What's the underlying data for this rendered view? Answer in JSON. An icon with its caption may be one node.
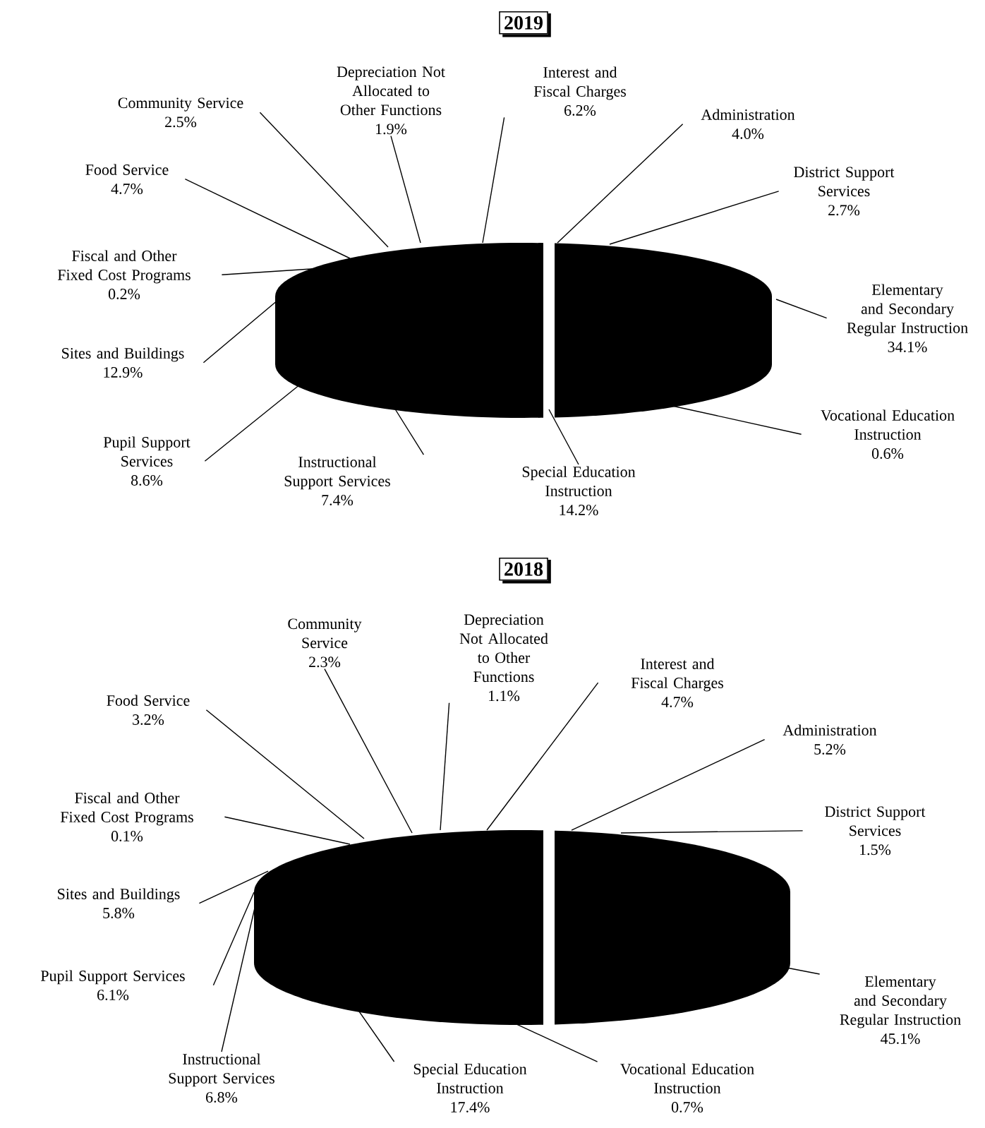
{
  "diagram": {
    "nodes": [
      {
        "text": [
          "2019"
        ]
      },
      {
        "text": [
          "Community Service",
          "2.5%"
        ]
      },
      {
        "text": [
          "Depreciation Not Allocated to Other Functions",
          "1.9%"
        ]
      },
      {
        "text": [
          "Interest and Fiscal Charges",
          "6.2%"
        ]
      },
      {
        "text": [
          "Administration",
          "4.0%"
        ]
      },
      {
        "text": [
          "District Support Services",
          "2.7%"
        ]
      },
      {
        "text": [
          "Elementary and Secondary Regular Instruction",
          "34.1%"
        ]
      },
      {
        "text": [
          "Vocational Education Instruction",
          "0.6%"
        ]
      },
      {
        "text": [
          "Special Education Instruction",
          "14.2%"
        ]
      },
      {
        "text": [
          "Instructional Support Services",
          "7.4%"
        ]
      },
      {
        "text": [
          "Pupil Support Services",
          "8.6%"
        ]
      },
      {
        "text": [
          "Sites and Buildings",
          "12.9%"
        ]
      },
      {
        "text": [
          "Fiscal and Other Fixed Cost Programs",
          "0.2%"
        ]
      },
      {
        "text": [
          "Food Service",
          "4.7%"
        ]
      },
      {
        "text": [
          "2018"
        ]
      },
      {
        "text": [
          "Community Service",
          "2.3%"
        ]
      },
      {
        "text": [
          "Depreciation Not Allocated to Other Functions",
          "1.1%"
        ]
      },
      {
        "text": [
          "Interest and Fiscal Charges",
          "4.7%"
        ]
      },
      {
        "text": [
          "Administration",
          "5.2%"
        ]
      },
      {
        "text": [
          "District Support Services",
          "1.5%"
        ]
      },
      {
        "text": [
          "Elementary and Secondary Regular Instruction",
          "45.1%"
        ]
      },
      {
        "text": [
          "Vocational Education Instruction",
          "0.7%"
        ]
      },
      {
        "text": [
          "Special Education Instruction",
          "17.4%"
        ]
      },
      {
        "text": [
          "Instructional Support Services",
          "6.8%"
        ]
      },
      {
        "text": [
          "Pupil Support Services",
          "6.1%"
        ]
      },
      {
        "text": [
          "Sites and Buildings",
          "5.8%"
        ]
      },
      {
        "text": [
          "Fiscal and Other Fixed Cost Programs",
          "0.1%"
        ]
      },
      {
        "text": [
          "Food Service",
          "3.2%"
        ]
      },
      {
        "text": [],
        "shape": "cylinder"
      },
      {
        "text": [],
        "shape": "cylinder"
      }
    ],
    "edges": [
      {
        "from": 1,
        "to": 28,
        "arrow": "none"
      },
      {
        "from": 2,
        "to": 28,
        "arrow": "none"
      },
      {
        "from": 3,
        "to": 28,
        "arrow": "none"
      },
      {
        "from": 4,
        "to": 28,
        "arrow": "none"
      },
      {
        "from": 5,
        "to": 28,
        "arrow": "none"
      },
      {
        "from": 6,
        "to": 28,
        "arrow": "none"
      },
      {
        "from": 7,
        "to": 28,
        "arrow": "none"
      },
      {
        "from": 8,
        "to": 28,
        "arrow": "none"
      },
      {
        "from": 9,
        "to": 28,
        "arrow": "none"
      },
      {
        "from": 10,
        "to": 28,
        "arrow": "none"
      },
      {
        "from": 11,
        "to": 28,
        "arrow": "none"
      },
      {
        "from": 12,
        "to": 28,
        "arrow": "none"
      },
      {
        "from": 13,
        "to": 28,
        "arrow": "none"
      },
      {
        "from": 15,
        "to": 29,
        "arrow": "none"
      },
      {
        "from": 16,
        "to": 29,
        "arrow": "none"
      },
      {
        "from": 17,
        "to": 29,
        "arrow": "none"
      },
      {
        "from": 18,
        "to": 29,
        "arrow": "none"
      },
      {
        "from": 19,
        "to": 29,
        "arrow": "none"
      },
      {
        "from": 20,
        "to": 29,
        "arrow": "none"
      },
      {
        "from": 21,
        "to": 29,
        "arrow": "none"
      },
      {
        "from": 22,
        "to": 29,
        "arrow": "none"
      },
      {
        "from": 23,
        "to": 29,
        "arrow": "none"
      },
      {
        "from": 24,
        "to": 29,
        "arrow": "none"
      },
      {
        "from": 25,
        "to": 29,
        "arrow": "none"
      },
      {
        "from": 26,
        "to": 29,
        "arrow": "none"
      },
      {
        "from": 27,
        "to": 29,
        "arrow": "none"
      }
    ]
  }
}
